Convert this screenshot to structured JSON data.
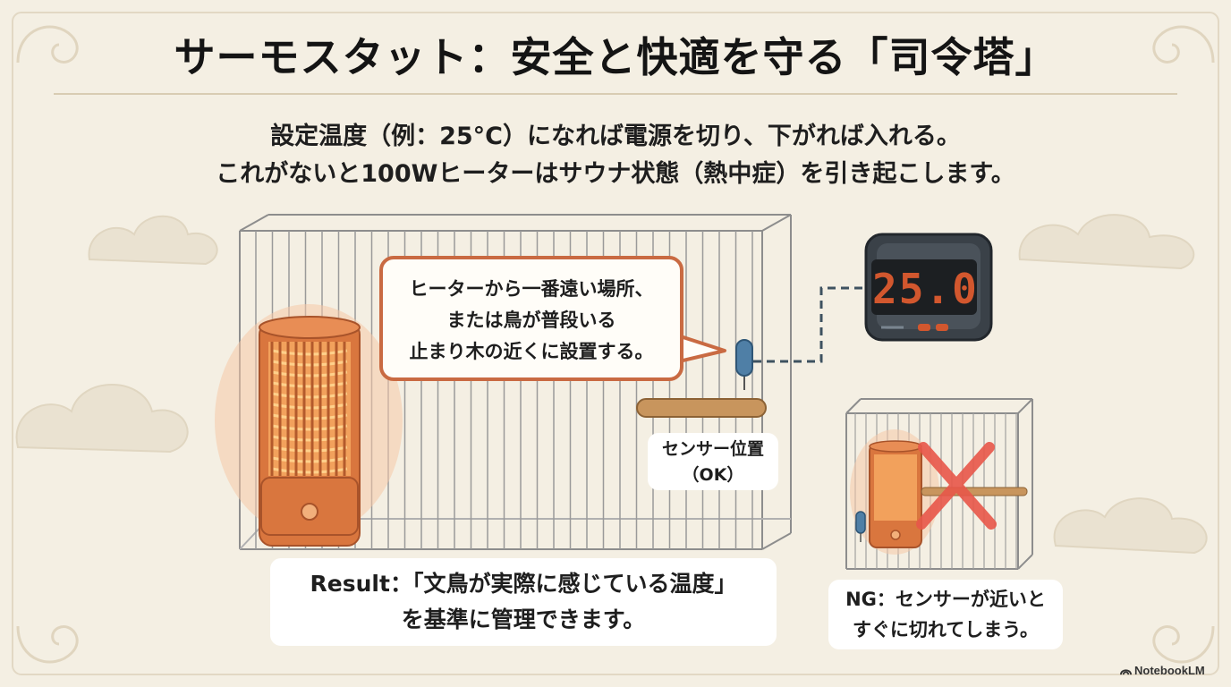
{
  "title": "サーモスタット：安全と快適を守る「司令塔」",
  "subtitle": {
    "line1": "設定温度（例：25°C）になれば電源を切り、下がれば入れる。",
    "line2": "これがないと100Wヒーターはサウナ状態（熱中症）を引き起こします。"
  },
  "callout": {
    "line1": "ヒーターから一番遠い場所、",
    "line2": "または鳥が普段いる",
    "line3": "止まり木の近くに設置する。"
  },
  "sensor_label": {
    "line1": "センサー位置",
    "line2": "（OK）"
  },
  "thermostat_display": "25.0",
  "result": {
    "line1": "Result：「文鳥が実際に感じている温度」",
    "line2": "を基準に管理できます。"
  },
  "ng": {
    "line1": "NG：センサーが近いと",
    "line2": "すぐに切れてしまう。"
  },
  "brand": "NotebookLM",
  "colors": {
    "background": "#f4efe3",
    "accent": "#c96a42",
    "heater": "#d9763e",
    "ng_cross": "#e8574a",
    "sensor": "#4f7fa6"
  }
}
